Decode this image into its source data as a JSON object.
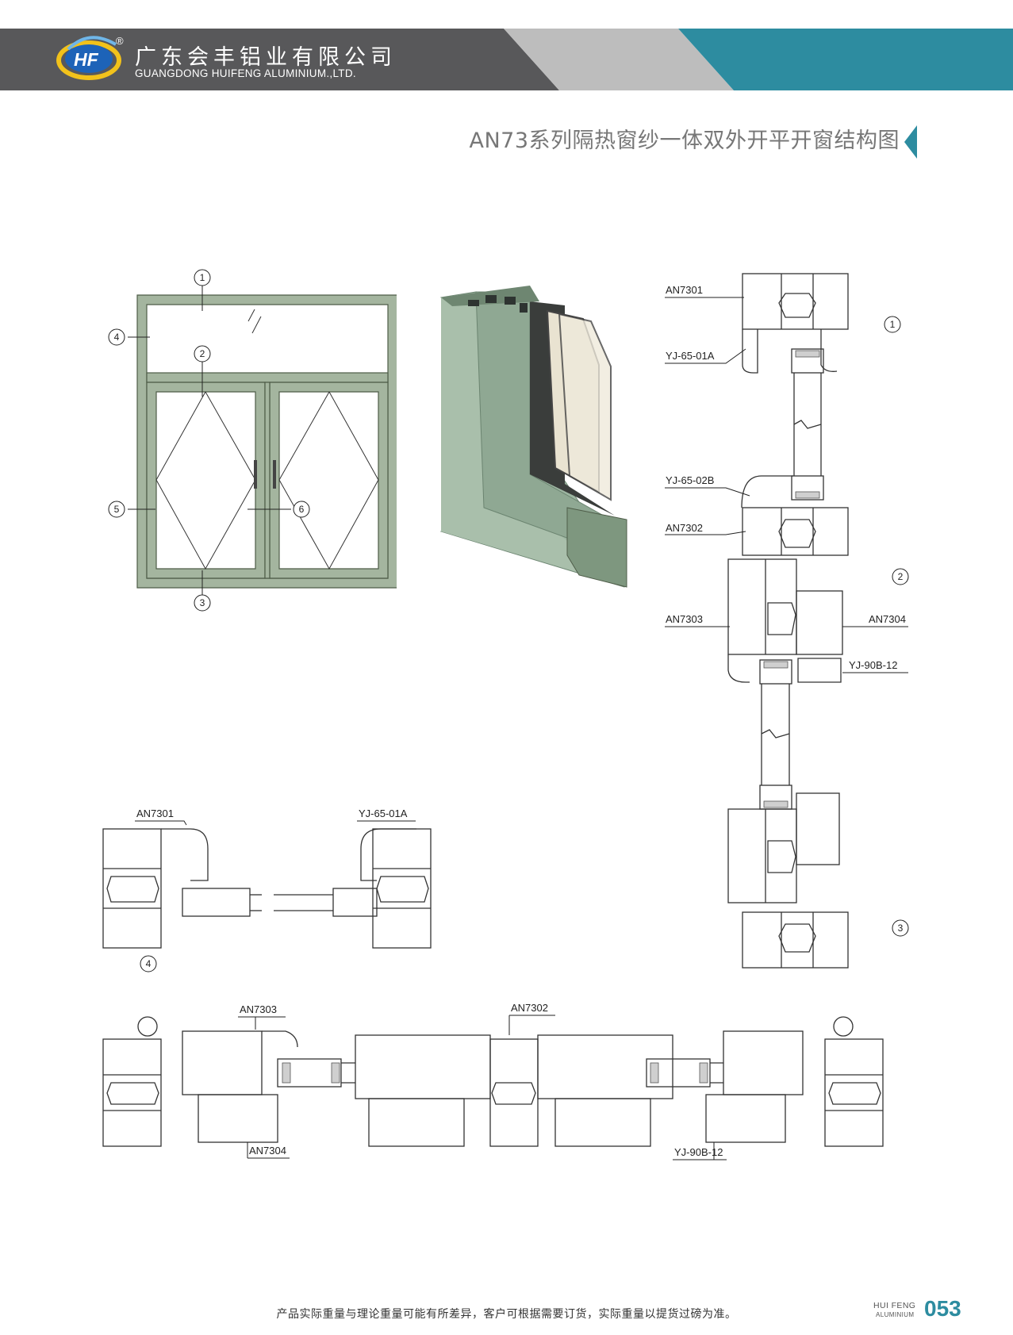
{
  "header": {
    "brand_cn": "广东会丰铝业有限公司",
    "brand_en": "GUANGDONG HUIFENG ALUMINIUM.,LTD.",
    "logo_text": "HF",
    "registered_mark": "®",
    "colors": {
      "dark_band": "#58585a",
      "grey_band": "#bdbdbd",
      "teal_band": "#2d8ca0"
    }
  },
  "page_title": "AN73系列隔热窗纱一体双外开平开窗结构图",
  "elevation": {
    "callouts": [
      "1",
      "2",
      "3",
      "4",
      "5",
      "6"
    ],
    "frame_color": "#a4b59f"
  },
  "section_vertical": {
    "labels": [
      "AN7301",
      "YJ-65-01A",
      "YJ-65-02B",
      "AN7302",
      "AN7303",
      "AN7304",
      "YJ-90B-12"
    ],
    "callouts": [
      "1",
      "2",
      "3"
    ]
  },
  "section_4": {
    "labels": [
      "AN7301",
      "YJ-65-01A"
    ],
    "callout": "4"
  },
  "section_56": {
    "labels": [
      "AN7303",
      "AN7302",
      "AN7304",
      "YJ-90B-12"
    ],
    "callouts": [
      "5",
      "6"
    ]
  },
  "footer": {
    "note": "产品实际重量与理论重量可能有所差异，客户可根据需要订货，实际重量以提货过磅为准。",
    "brand_line1": "HUI FENG",
    "brand_line2": "ALUMINIUM",
    "page_number": "053"
  }
}
